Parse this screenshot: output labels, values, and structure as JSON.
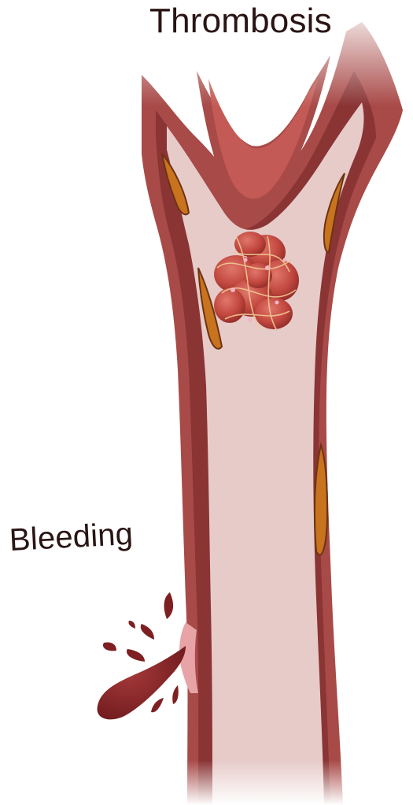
{
  "labels": {
    "thrombosis": "Thrombosis",
    "bleeding": "Bleeding"
  },
  "colors": {
    "vessel_wall_outer": "#a84a48",
    "vessel_wall_inner": "#8a3434",
    "vessel_lumen": "#e6cbc9",
    "plaque": "#c8741e",
    "clot": "#b6423d",
    "blood": "#7e1f22",
    "text": "#2a1414"
  },
  "icons": {
    "vessel": "blood-vessel-illustration",
    "clot": "thrombus-clot-illustration",
    "bleed": "blood-splash-illustration"
  }
}
